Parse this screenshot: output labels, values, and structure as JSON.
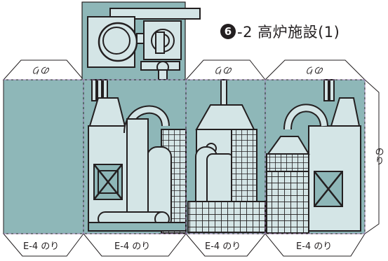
{
  "title": {
    "badge": "6",
    "text": "-2 高炉施設(1)"
  },
  "top_tabs": [
    {
      "label": "のり"
    },
    {
      "label": "のり"
    },
    {
      "label": "のり"
    }
  ],
  "bottom_tabs": [
    {
      "label": "E-4 のり"
    },
    {
      "label": "E-4 のり"
    },
    {
      "label": "E-4 のり"
    },
    {
      "label": "E-4 のり"
    }
  ],
  "side_tab": {
    "label": "のり"
  },
  "colors": {
    "panel": "#8eb7b8",
    "light": "#d4e5e6",
    "outline": "#231f20",
    "fold_line": "#9b7bb0"
  }
}
